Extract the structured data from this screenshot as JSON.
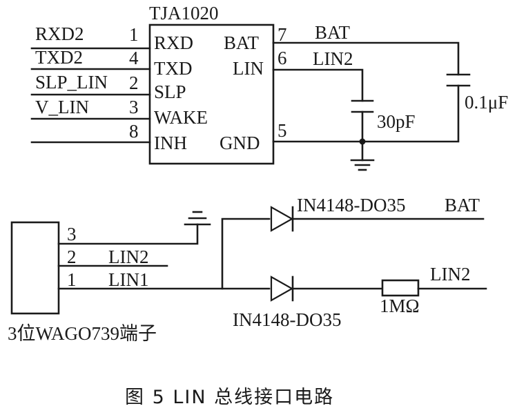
{
  "ic": {
    "name": "TJA1020",
    "left_pins": [
      {
        "net": "RXD2",
        "number": "1",
        "label": "RXD"
      },
      {
        "net": "TXD2",
        "number": "4",
        "label": "TXD"
      },
      {
        "net": "SLP_LIN",
        "number": "2",
        "label": "SLP"
      },
      {
        "net": "V_LIN",
        "number": "3",
        "label": "WAKE"
      },
      {
        "net": "",
        "number": "8",
        "label": "INH"
      }
    ],
    "right_pins": [
      {
        "number": "7",
        "label": "BAT",
        "net": "BAT"
      },
      {
        "number": "6",
        "label": "LIN",
        "net": "LIN2"
      },
      {
        "number": "5",
        "label": "GND",
        "net": ""
      }
    ]
  },
  "components": {
    "cap_lin": "30pF",
    "cap_bat": "0.1μF",
    "diode_top": "IN4148-DO35",
    "diode_top_net": "BAT",
    "diode_bottom": "IN4148-DO35",
    "resistor": "1MΩ",
    "resistor_net": "LIN2"
  },
  "connector": {
    "name": "3位WAGO739端子",
    "pins": [
      {
        "number": "3",
        "net": ""
      },
      {
        "number": "2",
        "net": "LIN2"
      },
      {
        "number": "1",
        "net": "LIN1"
      }
    ]
  },
  "caption": "图 5   LIN 总线接口电路"
}
